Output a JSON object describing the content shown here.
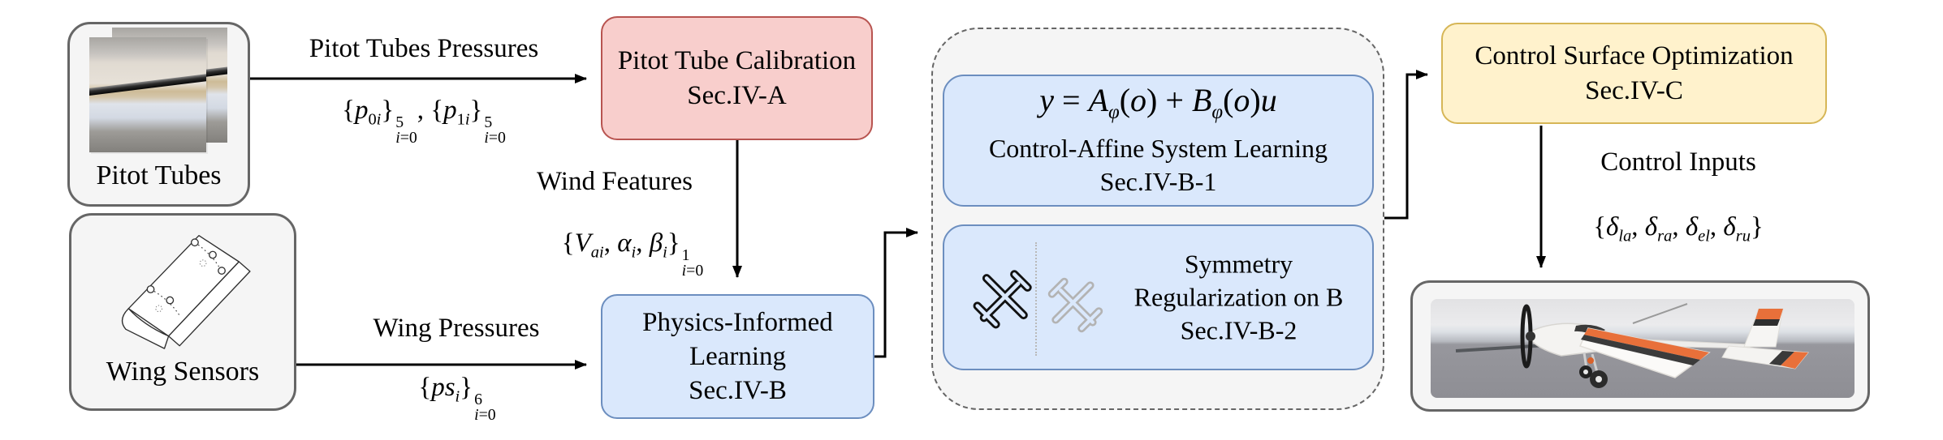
{
  "figure": {
    "type": "system-architecture-flowchart",
    "nodes": {
      "pitot_tubes": {
        "label": "Pitot Tubes"
      },
      "wing_sensors": {
        "label": "Wing Sensors"
      },
      "calibration": {
        "lines": [
          "Pitot Tube Calibration",
          "Sec.IV-A"
        ]
      },
      "physics": {
        "lines": [
          "Physics-Informed",
          "Learning",
          "Sec.IV-B"
        ]
      },
      "affine": {
        "equation_html": "<i>y</i> = <i>A</i><sub><i>φ</i></sub>(<i>o</i>) + <i>B</i><sub><i>φ</i></sub>(<i>o</i>)<i>u</i>",
        "lines": [
          "Control-Affine System Learning",
          "Sec.IV-B-1"
        ]
      },
      "symmetry": {
        "lines": [
          "Symmetry",
          "Regularization on B",
          "Sec.IV-B-2"
        ]
      },
      "control_opt": {
        "lines": [
          "Control Surface Optimization",
          "Sec.IV-C"
        ]
      }
    },
    "edges": {
      "pitot_pressures": {
        "label": "Pitot Tubes Pressures",
        "math_html": "{<i>p</i><sub>0<i>i</i></sub>}<span class=\"ss\"><span>5</span><span><i>i</i>=0</span></span>, {<i>p</i><sub>1<i>i</i></sub>}<span class=\"ss\"><span>5</span><span><i>i</i>=0</span></span>"
      },
      "wind_features": {
        "label": "Wind Features",
        "math_html": "{<i>V</i><sub><i>ai</i></sub>, <i>α</i><sub><i>i</i></sub>, <i>β</i><sub><i>i</i></sub>}<span class=\"ss\"><span>1</span><span><i>i</i>=0</span></span>"
      },
      "wing_pressures": {
        "label": "Wing Pressures",
        "math_html": "{<i>ps</i><sub><i>i</i></sub>}<span class=\"ss\"><span>6</span><span><i>i</i>=0</span></span>"
      },
      "control_inputs": {
        "label": "Control Inputs",
        "math_html": "{<i>δ</i><sub><i>la</i></sub>, <i>δ</i><sub><i>ra</i></sub>, <i>δ</i><sub><i>el</i></sub>, <i>δ</i><sub><i>ru</i></sub>}"
      }
    },
    "icons": {
      "symmetry_left": "airplane-outline-icon",
      "symmetry_right": "airplane-outline-mirrored-icon",
      "pitot_box": "pitot-tube-photo",
      "wing_box": "wing-pressure-sensor-sketch",
      "aircraft_box": "fixed-wing-aircraft-photo"
    },
    "colors": {
      "node_gray_fill": "#f5f5f5",
      "node_gray_stroke": "#666666",
      "node_red_fill": "#f8cecc",
      "node_red_stroke": "#b85450",
      "node_blue_fill": "#dae8fc",
      "node_blue_stroke": "#6c8ebf",
      "node_yellow_fill": "#fff2cc",
      "node_yellow_stroke": "#d6b656",
      "arrow_color": "#000000",
      "plane_orange": "#e8703a"
    }
  }
}
